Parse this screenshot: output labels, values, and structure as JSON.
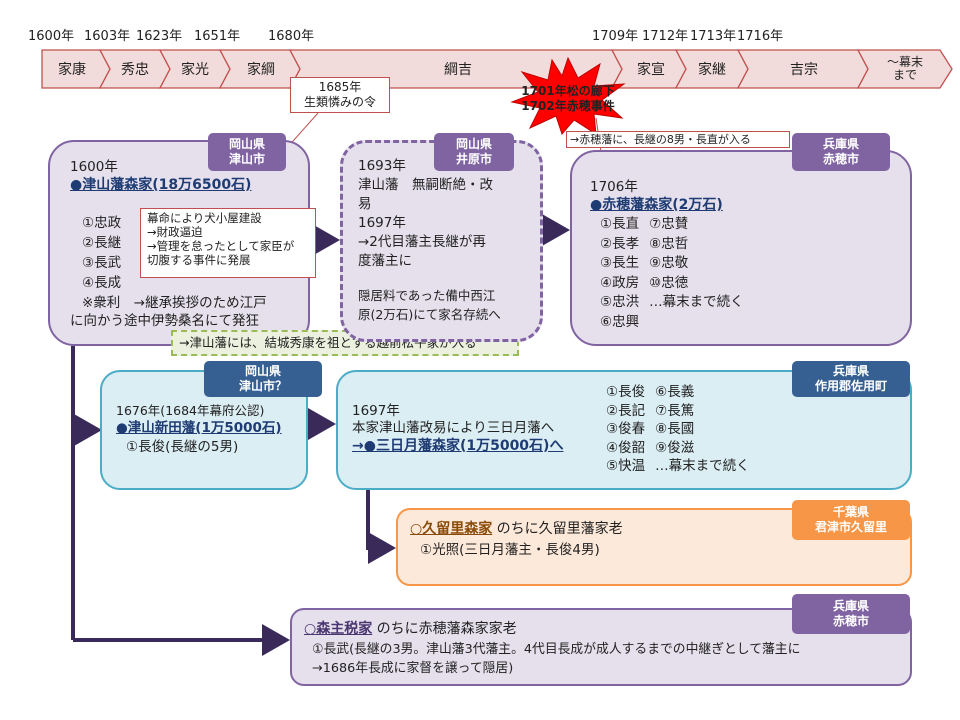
{
  "timeline": {
    "years": [
      "1600年",
      "1603年",
      "1623年",
      "1651年",
      "1680年",
      "1709年",
      "1712年",
      "1713年",
      "1716年"
    ],
    "shoguns": [
      "家康",
      "秀忠",
      "家光",
      "家綱",
      "綱吉",
      "家宣",
      "家継",
      "吉宗",
      "〜幕末\nまで"
    ]
  },
  "events": {
    "shorui": "1685年\n生類憐みの令",
    "akou": "1701年松の廊下\n1702年赤穂事件"
  },
  "tsuyama": {
    "tag": "岡山県\n津山市",
    "year": "1600年",
    "title": "●津山藩森家(18万6500石)",
    "lords_left": [
      "①忠政",
      "②長継",
      "③長武",
      "④長成"
    ],
    "note": "※衆利　→継承挨拶のため江戸",
    "note2": "に向かう途中伊勢桑名にて発狂",
    "popup": "幕命により犬小屋建設\n→財政逼迫\n→管理を怠ったとして家臣が\n切腹する事件に発展",
    "echizen": "→津山藩には、結城秀康を祖とする越前松平家が入る"
  },
  "ibara": {
    "tag": "岡山県\n井原市",
    "l1": "1693年",
    "l2": "津山藩　無嗣断絶・改",
    "l3": "易",
    "l4": "1697年",
    "l5": "→2代目藩主長継が再",
    "l6": "度藩主に",
    "l7": "隠居料であった備中西江",
    "l8": "原(2万石)にて家名存続へ"
  },
  "akou": {
    "tag": "兵庫県\n赤穂市",
    "enter": "→赤穂藩に、長継の8男・長直が入る",
    "year": "1706年",
    "title": "●赤穂藩森家(2万石)",
    "lords": [
      "①長直",
      "⑦忠賛",
      "②長孝",
      "⑧忠哲",
      "③長生",
      "⑨忠敬",
      "④政房",
      "⑩忠徳",
      "⑤忠洪",
      "…幕末まで続く",
      "⑥忠興",
      ""
    ]
  },
  "shinden": {
    "tag": "岡山県\n津山市？",
    "year": "1676年(1684年幕府公認)",
    "title": "●津山新田藩(1万5000石)",
    "lord": "①長俊(長継の5男)"
  },
  "mikazuki": {
    "tag": "兵庫県\n作用郡佐用町",
    "year": "1697年",
    "line": "本家津山藩改易により三日月藩へ",
    "title": "→●三日月藩森家(1万5000石)へ",
    "lords": [
      "①長俊",
      "⑥長義",
      "②長記",
      "⑦長篤",
      "③俊春",
      "⑧長國",
      "④俊韶",
      "⑨俊滋",
      "⑤快温",
      "…幕末まで続く"
    ]
  },
  "kurume": {
    "tag": "千葉県\n君津市久留里",
    "title": "○久留里森家",
    "suffix": "のちに久留里藩家老",
    "lord": "①光照(三日月藩主・長俊4男)"
  },
  "morishu": {
    "tag": "兵庫県\n赤穂市",
    "title": "○森主税家",
    "suffix": "のちに赤穂藩森家家老",
    "l1": "①長武(長継の3男。津山藩3代藩主。4代目長成が成人するまでの中継ぎとして藩主に",
    "l2": "→1686年長成に家督を譲って隠居)"
  },
  "colors": {
    "timeline_fill": "#f2dcdb",
    "timeline_border": "#c0504d",
    "purple_fill": "#e5e0ec",
    "purple_border": "#8064a2",
    "tag_purple": "#8064a2",
    "blue_fill": "#dbeef4",
    "blue_border": "#4bacc6",
    "tag_blue": "#366092",
    "orange_fill": "#fde9d9",
    "orange_border": "#f79646",
    "tag_orange": "#f79646",
    "green_fill": "#ebf1de",
    "green_border": "#9bbb59",
    "burst": "#ff0000"
  }
}
